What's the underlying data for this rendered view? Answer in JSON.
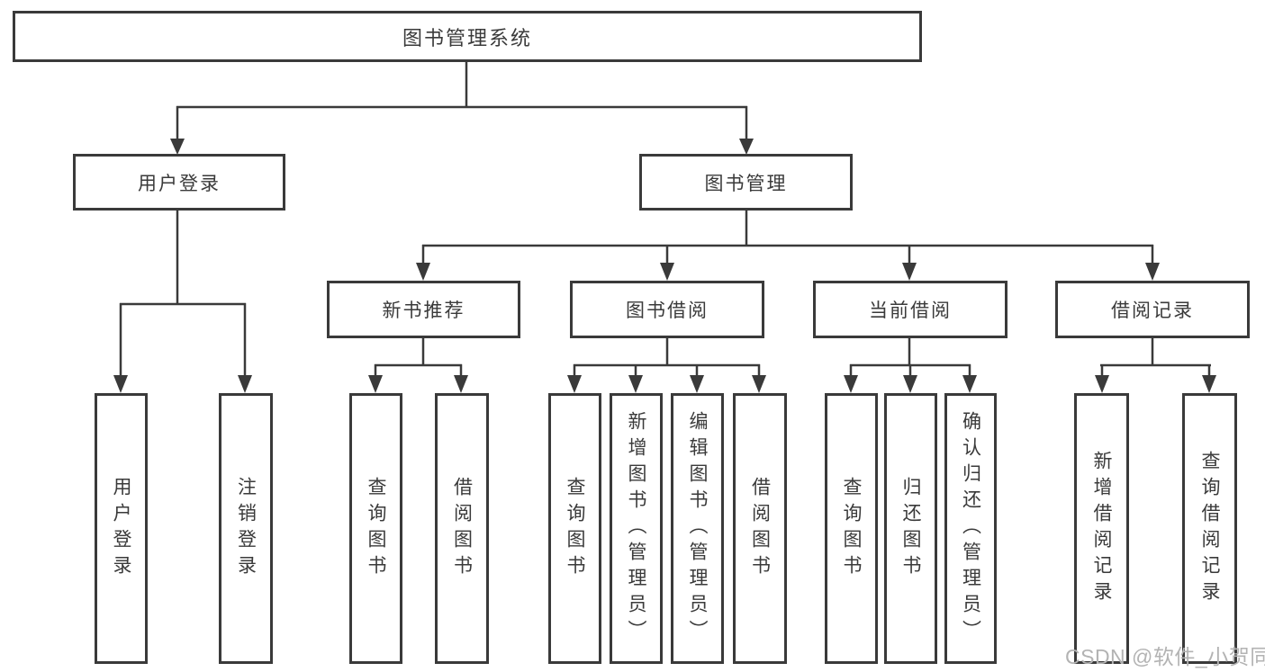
{
  "colors": {
    "background": "#ffffff",
    "line": "#3a3a3a",
    "node_text": "#3a3a3a",
    "watermark": "#b3b3b3"
  },
  "tree": {
    "label": "图书管理系统",
    "children": [
      {
        "label": "用户登录",
        "children": [
          {
            "label": "用户登录"
          },
          {
            "label": "注销登录"
          }
        ]
      },
      {
        "label": "图书管理",
        "children": [
          {
            "label": "新书推荐",
            "children": [
              {
                "label": "查询图书"
              },
              {
                "label": "借阅图书"
              }
            ]
          },
          {
            "label": "图书借阅",
            "children": [
              {
                "label": "查询图书"
              },
              {
                "label": "新增图书（管理员）"
              },
              {
                "label": "编辑图书（管理员）"
              },
              {
                "label": "借阅图书"
              }
            ]
          },
          {
            "label": "当前借阅",
            "children": [
              {
                "label": "查询图书"
              },
              {
                "label": "归还图书"
              },
              {
                "label": "确认归还（管理员）"
              }
            ]
          },
          {
            "label": "借阅记录",
            "children": [
              {
                "label": "新增借阅记录"
              },
              {
                "label": "查询借阅记录"
              }
            ]
          }
        ]
      }
    ]
  },
  "watermark": "CSDN @软件_小贺同学"
}
